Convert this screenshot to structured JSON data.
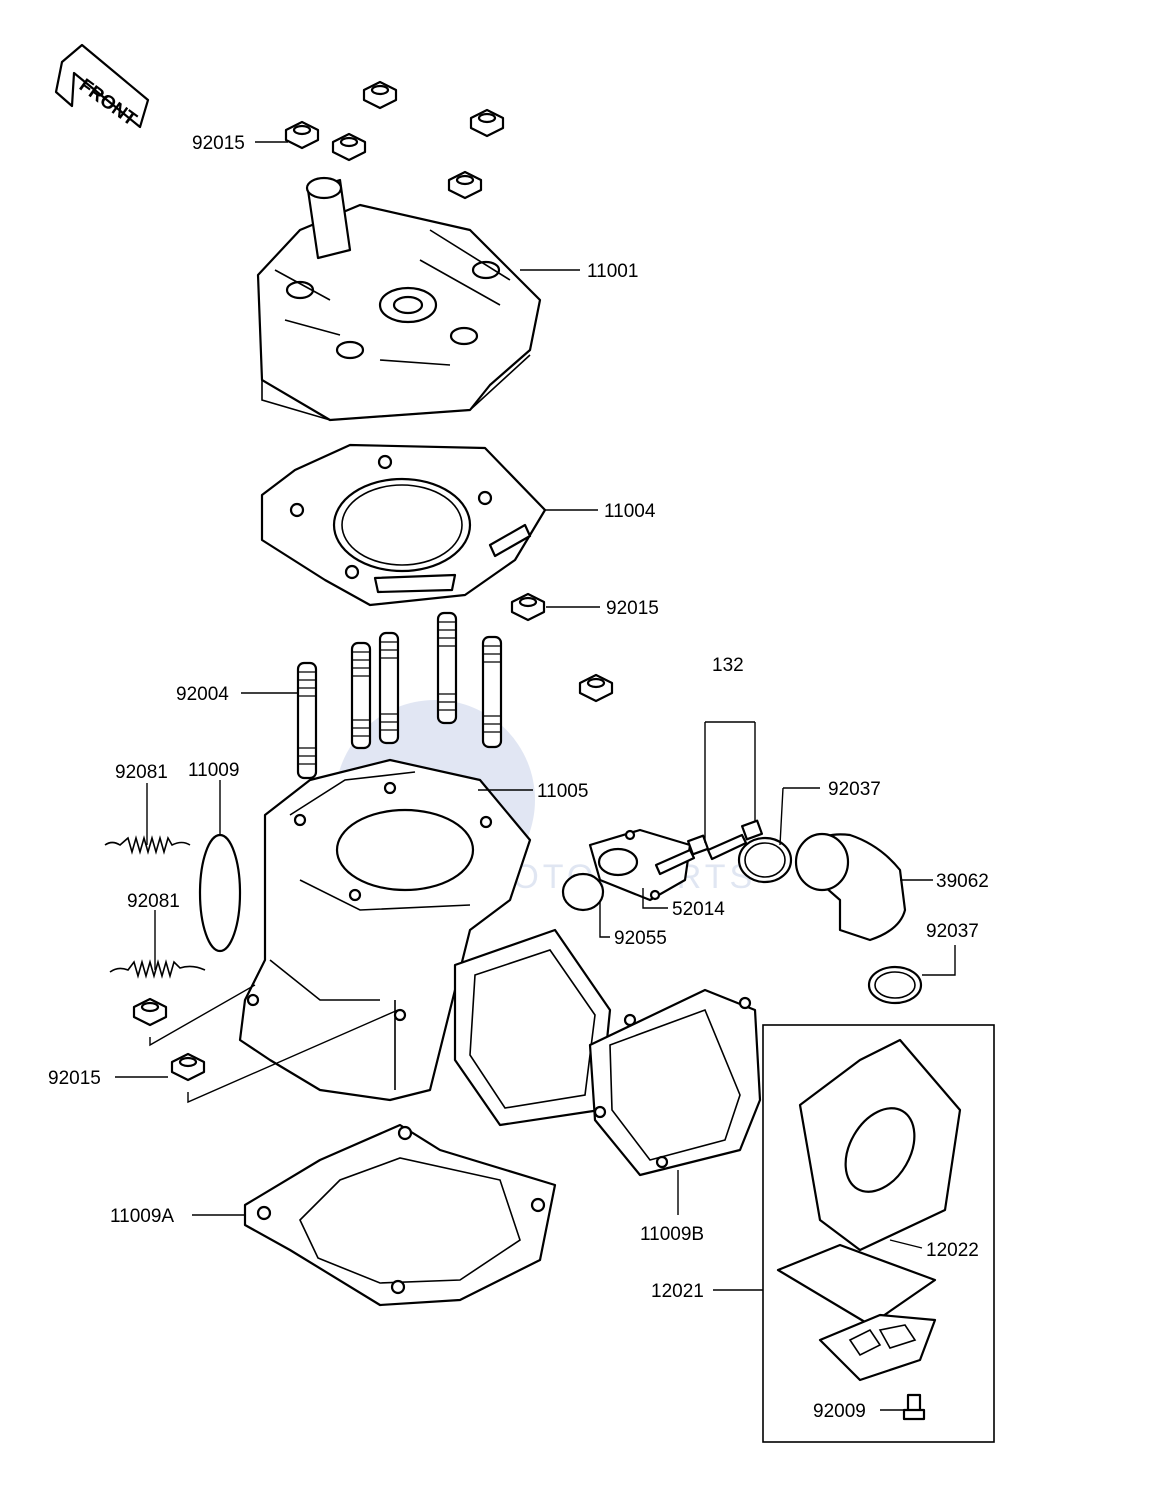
{
  "front_label": "FRONT",
  "watermark": {
    "text": "MOTORPARTS",
    "color": "#8fa3d4"
  },
  "labels": {
    "l_92015_top": "92015",
    "l_11001": "11001",
    "l_11004": "11004",
    "l_92015_mid": "92015",
    "l_132": "132",
    "l_92004": "92004",
    "l_92081_a": "92081",
    "l_11009": "11009",
    "l_11005": "11005",
    "l_92037_a": "92037",
    "l_92081_b": "92081",
    "l_39062": "39062",
    "l_52014": "52014",
    "l_92055": "92055",
    "l_92037_b": "92037",
    "l_92015_low": "92015",
    "l_11009A": "11009A",
    "l_11009B": "11009B",
    "l_12022": "12022",
    "l_12021": "12021",
    "l_92009": "92009"
  }
}
